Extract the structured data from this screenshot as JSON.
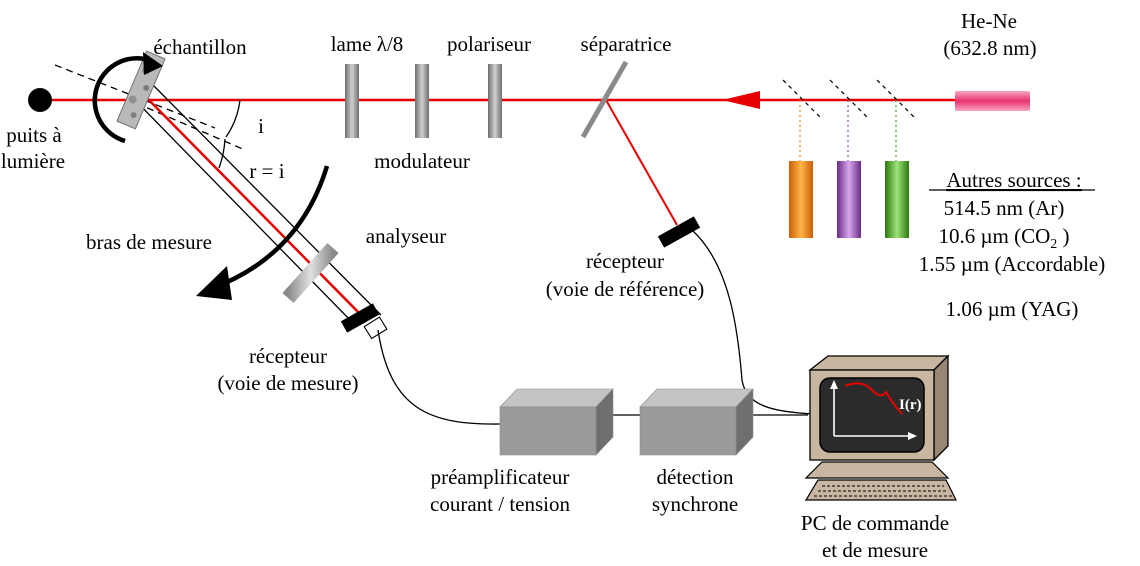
{
  "labels": {
    "laser": "He-Ne",
    "laser_wavelength": "(632.8 nm)",
    "echantillon": "échantillon",
    "lame": "lame λ/8",
    "polariseur": "polariseur",
    "separatrice": "séparatrice",
    "modulateur": "modulateur",
    "puits_line1": "puits à",
    "puits_line2": "lumière",
    "angle_i": "i",
    "angle_r": "r = i",
    "bras": "bras de mesure",
    "analyseur": "analyseur",
    "recepteur_ref_line1": "récepteur",
    "recepteur_ref_line2": "(voie de référence)",
    "recepteur_mes_line1": "récepteur",
    "recepteur_mes_line2": "(voie de mesure)",
    "preampli_line1": "préamplificateur",
    "preampli_line2": "courant / tension",
    "detection_line1": "détection",
    "detection_line2": "synchrone",
    "pc_line1": "PC de commande",
    "pc_line2": "et de mesure",
    "screen_label": "I(r)",
    "autres_title": "Autres sources :",
    "src_ar": "514.5 nm (Ar)",
    "src_co2_main": "10.6 µm (CO",
    "src_co2_sub": "2",
    "src_co2_end": " )",
    "src_accord": "1.55 µm (Accordable)",
    "src_yag": "1.06 µm (YAG)"
  },
  "colors": {
    "beam": "#e60000",
    "laser": "#e8336e",
    "filter_orange": "#f07d12",
    "filter_purple": "#8e44ad",
    "filter_green": "#3fa51a",
    "box_gray": "#9a9a9a"
  }
}
